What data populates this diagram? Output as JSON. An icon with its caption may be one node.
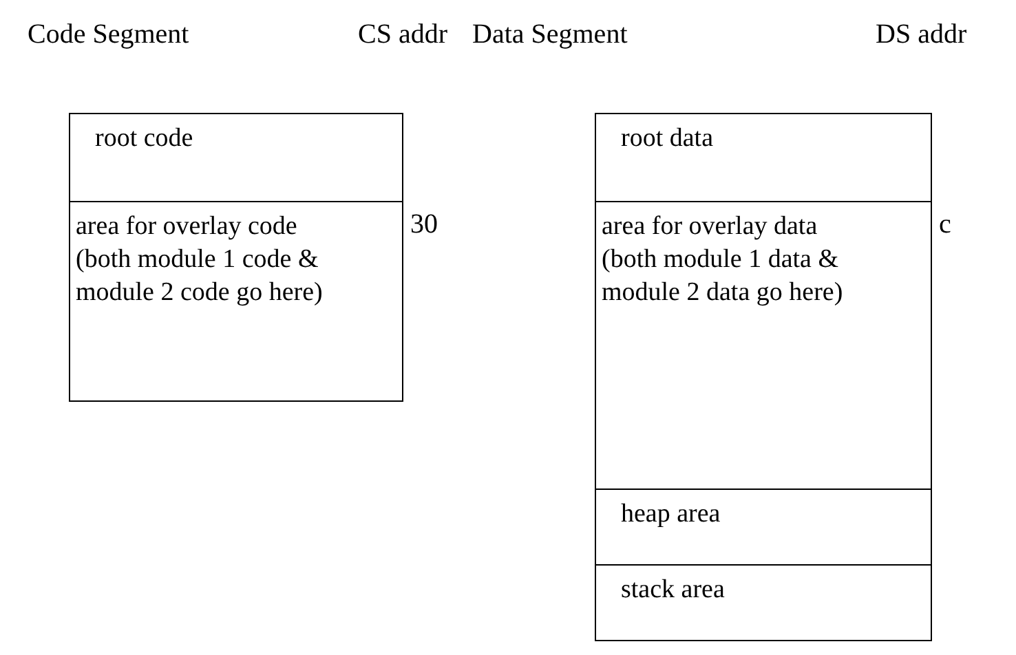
{
  "diagram": {
    "nodes": [
      {
        "text": [
          "root code"
        ]
      },
      {
        "text": [
          "area for overlay code (both module 1 code & module 2 code go here)"
        ]
      },
      {
        "text": [
          "root data"
        ]
      },
      {
        "text": [
          "area for overlay data (both module 1 data & module 2 data go here)"
        ]
      },
      {
        "text": [
          "heap area"
        ]
      },
      {
        "text": [
          "stack area"
        ]
      }
    ],
    "edges": [],
    "labels": [
      "Code Segment",
      "CS addr",
      "Data Segment",
      "DS addr",
      "30",
      "c"
    ]
  }
}
